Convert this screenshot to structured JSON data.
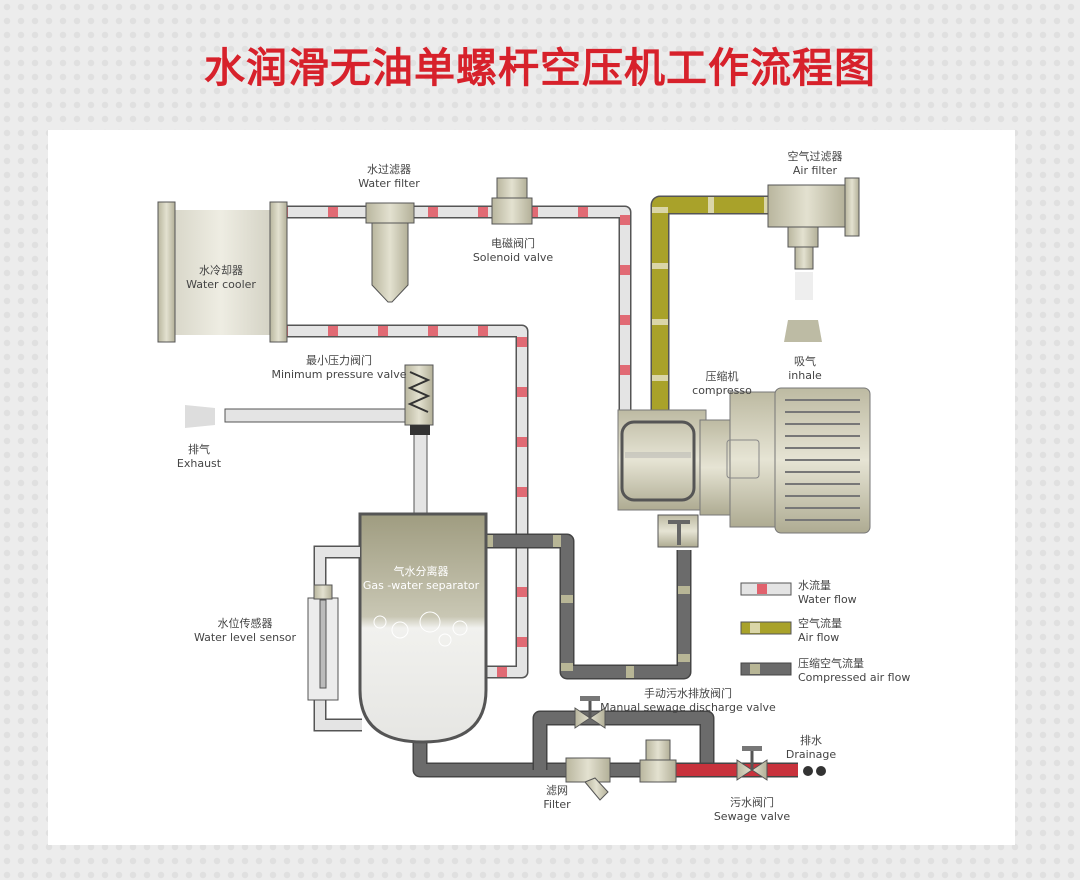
{
  "title": "水润滑无油单螺杆空压机工作流程图",
  "labels": {
    "water_filter": {
      "zh": "水过滤器",
      "en": "Water filter"
    },
    "solenoid_valve": {
      "zh": "电磁阀门",
      "en": "Solenoid valve"
    },
    "air_filter": {
      "zh": "空气过滤器",
      "en": "Air filter"
    },
    "water_cooler": {
      "zh": "水冷却器",
      "en": "Water cooler"
    },
    "min_pressure_valve": {
      "zh": "最小压力阀门",
      "en": "Minimum pressure valve"
    },
    "exhaust": {
      "zh": "排气",
      "en": "Exhaust"
    },
    "compressor": {
      "zh": "压缩机",
      "en": "compresso"
    },
    "inhale": {
      "zh": "吸气",
      "en": "inhale"
    },
    "separator": {
      "zh": "气水分离器",
      "en": "Gas -water separator"
    },
    "level_sensor": {
      "zh": "水位传感器",
      "en": "Water level sensor"
    },
    "manual_valve": {
      "zh": "手动污水排放阀门",
      "en": "Manual sewage discharge valve"
    },
    "drainage": {
      "zh": "排水",
      "en": "Drainage"
    },
    "filter": {
      "zh": "滤网",
      "en": "Filter"
    },
    "sewage_valve": {
      "zh": "污水阀门",
      "en": "Sewage valve"
    }
  },
  "legend": [
    {
      "zh": "水流量",
      "en": "Water flow",
      "color": "#e0414f"
    },
    {
      "zh": "空气流量",
      "en": "Air flow",
      "color": "#a9a22a"
    },
    {
      "zh": "压缩空气流量",
      "en": "Compressed air flow",
      "color": "#6b6b6b"
    }
  ],
  "colors": {
    "title": "#d7212b",
    "pipe": "#dcdcdc",
    "water": "#e0414f",
    "air": "#a9a22a",
    "compressed": "#6b6b6b",
    "equipment": "#cfcdb8"
  }
}
